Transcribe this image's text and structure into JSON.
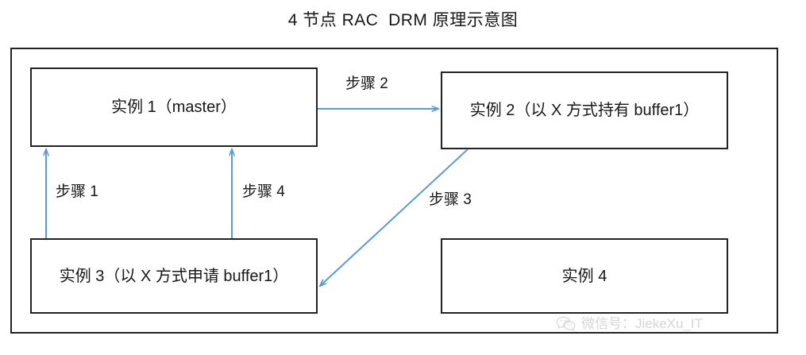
{
  "title": "4 节点 RAC  DRM 原理示意图",
  "nodes": [
    {
      "id": "instance-1",
      "label": "实例 1（master）"
    },
    {
      "id": "instance-2",
      "label": "实例 2（以 X 方式持有 buffer1）"
    },
    {
      "id": "instance-3",
      "label": "实例 3（以 X 方式申请 buffer1）"
    },
    {
      "id": "instance-4",
      "label": "实例 4"
    }
  ],
  "steps": [
    {
      "id": "step-1",
      "label": "步骤 1",
      "from": "instance-3",
      "to": "instance-1",
      "direction": "up"
    },
    {
      "id": "step-2",
      "label": "步骤 2",
      "from": "instance-1",
      "to": "instance-2",
      "direction": "right"
    },
    {
      "id": "step-3",
      "label": "步骤 3",
      "from": "instance-2",
      "to": "instance-3",
      "direction": "diagonal-down-left"
    },
    {
      "id": "step-4",
      "label": "步骤 4",
      "from": "instance-3",
      "to": "instance-1",
      "direction": "up"
    }
  ],
  "watermark": {
    "text": "微信号：JiekeXu_IT",
    "icon": "wechat-icon"
  },
  "colors": {
    "arrow": "#5B9BD5",
    "border": "#222222",
    "text": "#171717",
    "background": "#FFFFFF",
    "watermark_text": "#8A8A8A"
  }
}
